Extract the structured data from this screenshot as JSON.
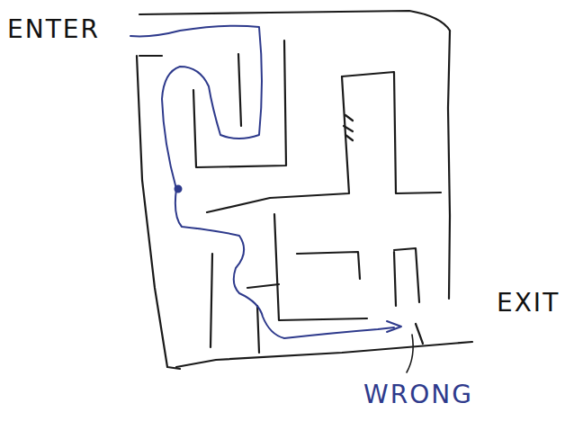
{
  "diagram": {
    "labels": [
      "ENTER",
      "EXIT",
      "WRONG"
    ]
  }
}
